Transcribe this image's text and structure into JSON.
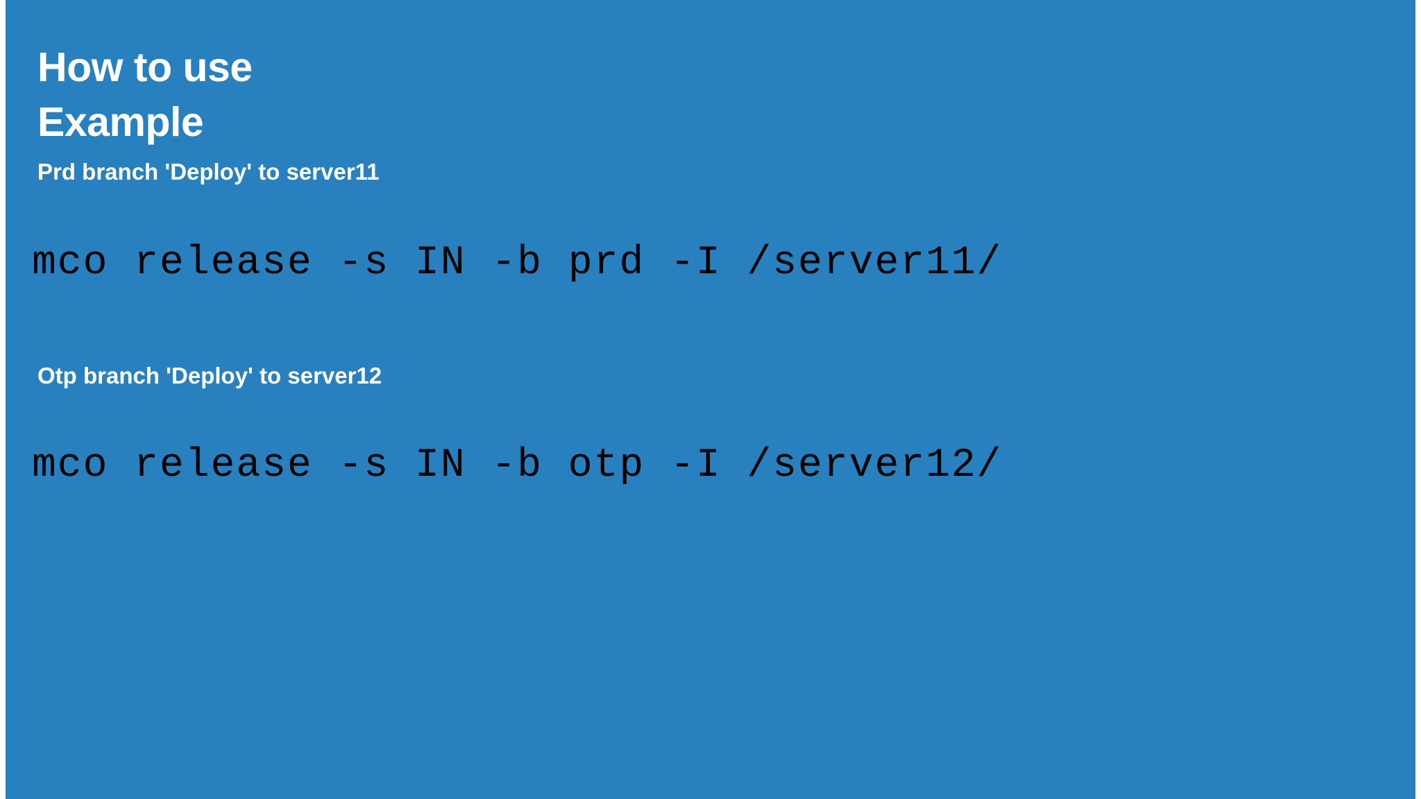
{
  "slide": {
    "background_color": "#2980be",
    "heading_color": "#ffffff",
    "command_color": "#000000",
    "edge_color": "#ffffff"
  },
  "heading": {
    "line1": "How to use",
    "line2": "Example"
  },
  "sections": [
    {
      "subheading": "Prd branch 'Deploy' to server11",
      "command": "mco release -s IN -b prd -I /server11/"
    },
    {
      "subheading": "Otp branch 'Deploy' to server12",
      "command": "mco release -s IN -b otp -I /server12/"
    }
  ]
}
